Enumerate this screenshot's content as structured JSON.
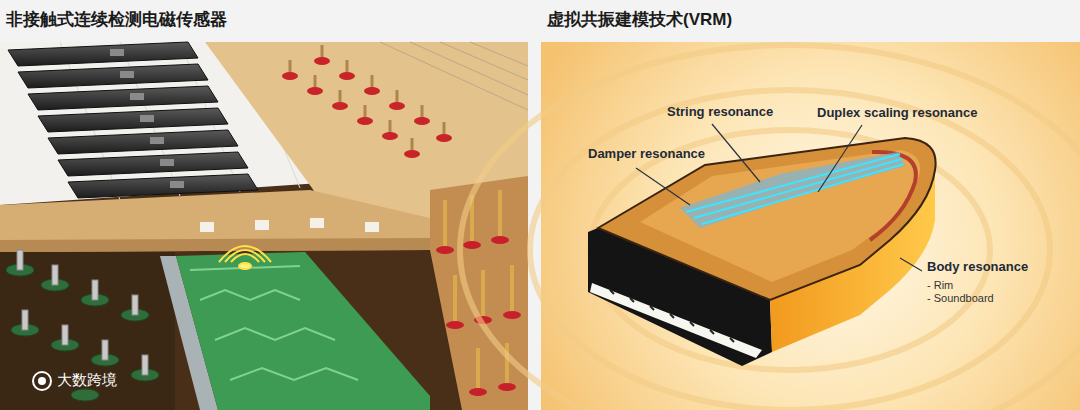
{
  "diagram": {
    "nodes": [
      {
        "text": [
          "非接触式连续检测电磁传感器"
        ]
      },
      {
        "text": [
          "虚拟共振建模技术(VRM)"
        ]
      }
    ],
    "labels": [
      "String resonance",
      "Duplex scaling resonance",
      "Damper resonance",
      "Body resonance",
      "- Rim",
      "- Soundboard",
      "大数跨境"
    ]
  }
}
